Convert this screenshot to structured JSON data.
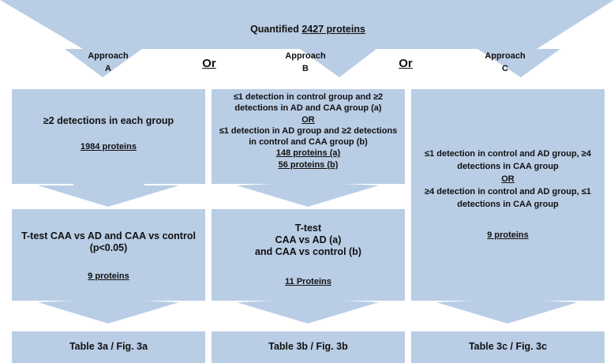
{
  "top": {
    "prefix": "Quantified ",
    "count": "2427 proteins"
  },
  "approaches": {
    "a": {
      "line1": "Approach",
      "line2": "A"
    },
    "b": {
      "line1": "Approach",
      "line2": "B"
    },
    "c": {
      "line1": "Approach",
      "line2": "C"
    }
  },
  "or_labels": [
    "Or",
    "Or"
  ],
  "col_a": {
    "criteria": "≥2 detections in each group",
    "count": "1984 proteins",
    "ttest_line1": "T-test CAA vs AD and CAA vs control",
    "ttest_line2": "(p<0.05)",
    "ttest_count": "9 proteins",
    "result": "Table 3a / Fig. 3a"
  },
  "col_b": {
    "criteria_a_line1": "≤1 detection in control group and ≥2",
    "criteria_a_line2": "detections in AD and CAA group (a)",
    "or": "OR",
    "criteria_b_line1": "≤1 detection in AD group and ≥2 detections",
    "criteria_b_line2": "in control and CAA group (b)",
    "count_a": "148 proteins (a)",
    "count_b": "56 proteins (b)",
    "ttest_line1": "T-test",
    "ttest_line2": "CAA vs AD (a)",
    "ttest_line3": "and CAA vs control (b)",
    "ttest_count": "11 Proteins",
    "result": "Table 3b / Fig. 3b"
  },
  "col_c": {
    "criteria1_line1": "≤1 detection in control and AD group, ≥4",
    "criteria1_line2": "detections in CAA   group",
    "or": "OR",
    "criteria2_line1": "≥4 detection in control and AD group, ≤1",
    "criteria2_line2": "detections in CAA   group",
    "count": "9 proteins",
    "result": "Table 3c / Fig. 3c"
  }
}
